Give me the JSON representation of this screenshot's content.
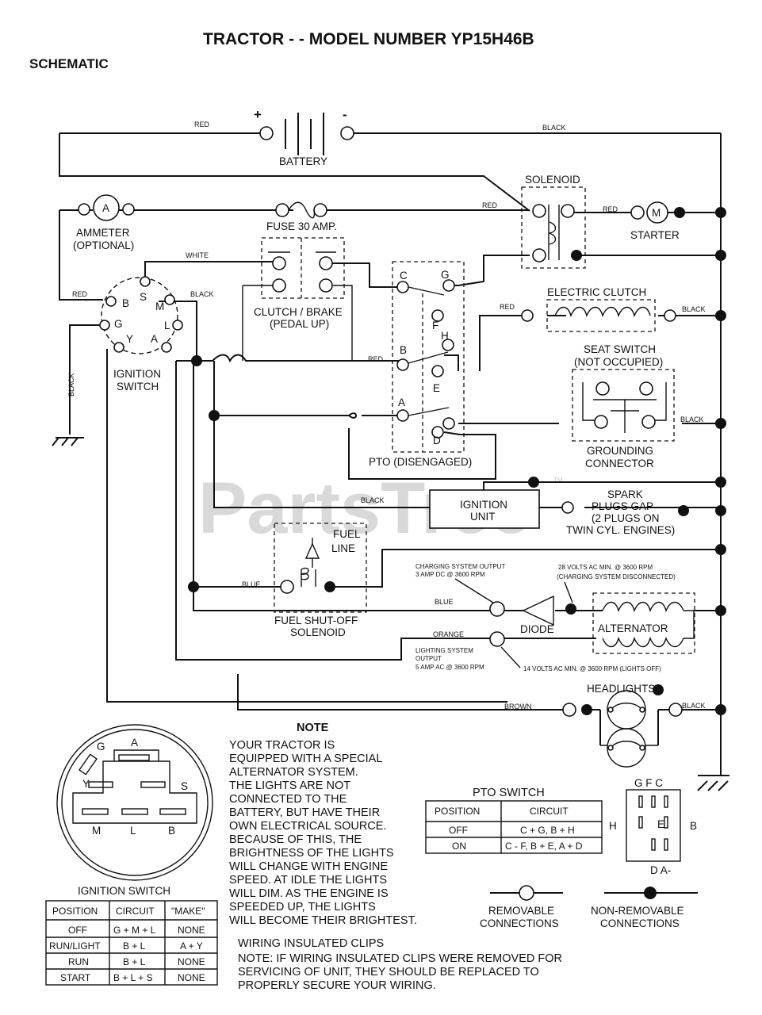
{
  "title": "TRACTOR - - MODEL NUMBER YP15H46B",
  "subtitle": "SCHEMATIC",
  "watermark": "PartsTree",
  "trademark": "TM",
  "components": {
    "battery": "BATTERY",
    "battery_plus": "+",
    "battery_minus": "-",
    "solenoid": "SOLENOID",
    "starter": "STARTER",
    "starter_symbol": "M",
    "ammeter": "AMMETER",
    "ammeter_optional": "(OPTIONAL)",
    "ammeter_symbol": "A",
    "fuse": "FUSE 30 AMP.",
    "clutch_brake": "CLUTCH / BRAKE",
    "clutch_brake_state": "(PEDAL UP)",
    "electric_clutch": "ELECTRIC CLUTCH",
    "seat_switch": "SEAT SWITCH",
    "seat_switch_state": "(NOT OCCUPIED)",
    "grounding_connector_1": "GROUNDING",
    "grounding_connector_2": "CONNECTOR",
    "ignition_switch_1": "IGNITION",
    "ignition_switch_2": "SWITCH",
    "pto": "PTO (DISENGAGED)",
    "ignition_unit_1": "IGNITION",
    "ignition_unit_2": "UNIT",
    "spark_plugs_1": "SPARK",
    "spark_plugs_2": "PLUGS GAP",
    "spark_plugs_3": "(2 PLUGS ON",
    "spark_plugs_4": "TWIN CYL. ENGINES)",
    "fuel_line_1": "FUEL",
    "fuel_line_2": "LINE",
    "fuel_solenoid_1": "FUEL SHUT-OFF",
    "fuel_solenoid_2": "SOLENOID",
    "diode": "DIODE",
    "alternator": "ALTERNATOR",
    "headlights": "HEADLIGHTS"
  },
  "terminals": {
    "ign_b": "B",
    "ign_s": "S",
    "ign_m": "M",
    "ign_g": "G",
    "ign_l": "L",
    "ign_y": "Y",
    "ign_a": "A",
    "pto_c": "C",
    "pto_g": "G",
    "pto_f": "F",
    "pto_h": "H",
    "pto_b": "B",
    "pto_e": "E",
    "pto_a": "A",
    "pto_d": "D"
  },
  "wires": {
    "red": "RED",
    "black": "BLACK",
    "white": "WHITE",
    "blue": "BLUE",
    "orange": "ORANGE",
    "brown": "BROWN"
  },
  "annotations": {
    "charging_output_1": "CHARGING SYSTEM OUTPUT",
    "charging_output_2": "3 AMP DC @ 3600 RPM",
    "volts28_1": "28 VOLTS AC MIN. @ 3600 RPM",
    "volts28_2": "(CHARGING SYSTEM DISCONNECTED)",
    "lighting_1": "LIGHTING SYSTEM",
    "lighting_2": "OUTPUT",
    "lighting_3": "5 AMP AC @ 3600 RPM",
    "volts14": "14 VOLTS AC MIN. @ 3600 RPM (LIGHTS OFF)"
  },
  "note": {
    "heading": "NOTE",
    "lines": [
      "YOUR TRACTOR IS",
      "EQUIPPED WITH A SPECIAL",
      "ALTERNATOR SYSTEM.",
      "THE LIGHTS ARE NOT",
      "CONNECTED TO THE",
      "BATTERY, BUT HAVE THEIR",
      "OWN ELECTRICAL SOURCE.",
      "BECAUSE OF THIS, THE",
      "BRIGHTNESS OF THE LIGHTS",
      "WILL CHANGE WITH ENGINE",
      "SPEED.  AT IDLE THE LIGHTS",
      "WILL DIM.  AS THE ENGINE IS",
      "SPEEDED UP, THE LIGHTS",
      "WILL BECOME THEIR BRIGHTEST."
    ]
  },
  "ignition_diagram": {
    "caption": "IGNITION SWITCH",
    "labels": [
      "G",
      "A",
      "Y",
      "S",
      "M",
      "L",
      "B"
    ]
  },
  "ignition_table": {
    "headers": [
      "POSITION",
      "CIRCUIT",
      "\"MAKE\""
    ],
    "rows": [
      [
        "OFF",
        "G + M + L",
        "NONE"
      ],
      [
        "RUN/LIGHT",
        "B + L",
        "A + Y"
      ],
      [
        "RUN",
        "B + L",
        "NONE"
      ],
      [
        "START",
        "B + L + S",
        "NONE"
      ]
    ]
  },
  "pto_table": {
    "caption": "PTO SWITCH",
    "headers": [
      "POSITION",
      "CIRCUIT"
    ],
    "rows": [
      [
        "OFF",
        "C + G, B + H"
      ],
      [
        "ON",
        "C - F, B + E, A + D"
      ]
    ]
  },
  "pto_connector": {
    "top": "G  F  C",
    "left": "H",
    "right": "B",
    "center": "E",
    "bottom": "D  A-"
  },
  "legend": {
    "removable_1": "REMOVABLE",
    "removable_2": "CONNECTIONS",
    "nonremovable_1": "NON-REMOVABLE",
    "nonremovable_2": "CONNECTIONS"
  },
  "clips": {
    "heading": "WIRING INSULATED CLIPS",
    "lines": [
      "NOTE: IF WIRING INSULATED CLIPS WERE REMOVED FOR",
      "SERVICING OF UNIT, THEY SHOULD BE REPLACED TO",
      "PROPERLY SECURE YOUR WIRING."
    ]
  }
}
